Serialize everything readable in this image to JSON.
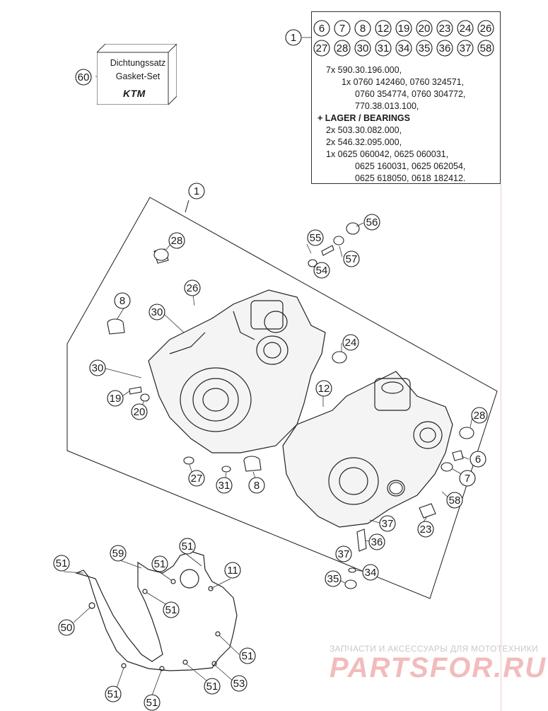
{
  "parts_box": {
    "callout": "1",
    "sub_items_row1": [
      "6",
      "7",
      "8",
      "12",
      "19",
      "20",
      "23",
      "24",
      "26"
    ],
    "sub_items_row2": [
      "27",
      "28",
      "30",
      "31",
      "34",
      "35",
      "36",
      "37",
      "58"
    ],
    "lines": [
      "7x 590.30.196.000,",
      "1x 0760 142460, 0760 324571,",
      "0760 354774, 0760 304772,",
      "770.38.013.100,",
      "+ LAGER / BEARINGS",
      "2x 503.30.082.000,",
      "2x 546.32.095.000,",
      "1x 0625 060042, 0625 060031,",
      "0625 160031, 0625 062054,",
      "0625 618050, 0618 182412."
    ]
  },
  "gasket_kit": {
    "callout": "60",
    "label_line1": "Dichtungssatz",
    "label_line2": "Gasket-Set",
    "logo": "KTM"
  },
  "callouts": [
    "1",
    "28",
    "55",
    "56",
    "57",
    "54",
    "26",
    "8",
    "30",
    "24",
    "30",
    "12",
    "19",
    "20",
    "28",
    "6",
    "7",
    "58",
    "27",
    "31",
    "8",
    "37",
    "23",
    "36",
    "37",
    "34",
    "35",
    "51",
    "59",
    "51",
    "51",
    "11",
    "51",
    "50",
    "51",
    "51",
    "51",
    "51",
    "53"
  ],
  "watermark": {
    "text": "ЗАПЧАСТИ И АКСЕССУАРЫ ДЛЯ МОТОТЕХНИКИ",
    "brand": "PARTSFOR.RU"
  },
  "colors": {
    "line": "#1a1a1a",
    "watermark_red": "#e8a0a0",
    "watermark_gray": "#c9c9c9"
  }
}
